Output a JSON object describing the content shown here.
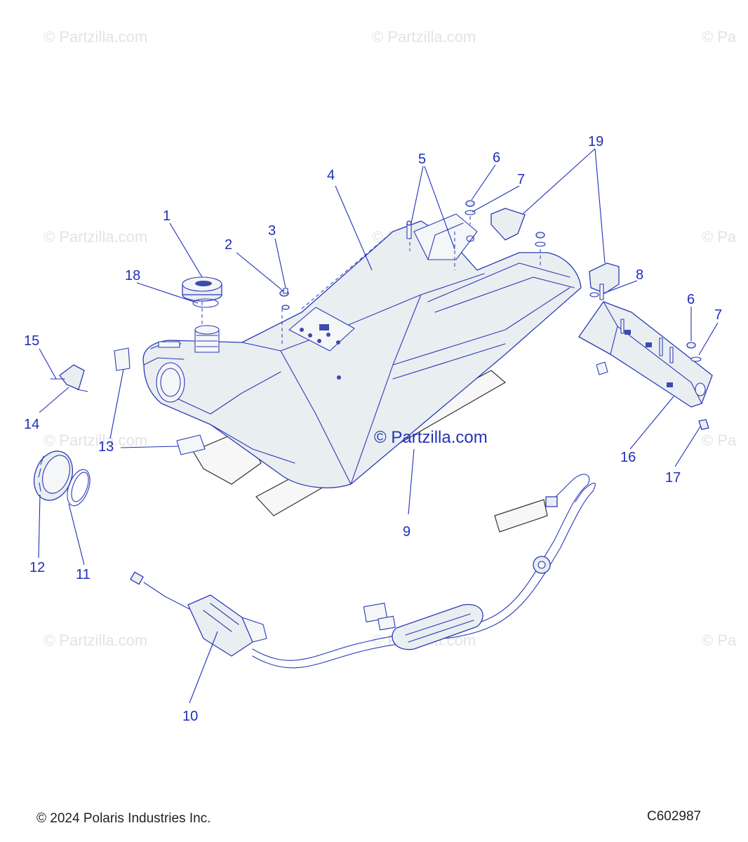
{
  "watermark": "© Partzilla.com",
  "watermark_partial": "© Pa",
  "center_watermark": "© Partzilla.com",
  "footer": {
    "copyright": "© 2024 Polaris Industries Inc.",
    "figure_code": "C602987"
  },
  "callouts": [
    "1",
    "2",
    "3",
    "4",
    "5",
    "6",
    "7",
    "8",
    "9",
    "10",
    "11",
    "12",
    "13",
    "14",
    "15",
    "16",
    "17",
    "18",
    "19",
    "6",
    "7"
  ],
  "colors": {
    "callout": "#1f2fb8",
    "line_art": "#2a3ab8",
    "watermark": "#e3e3e3",
    "footer_text": "#222222"
  }
}
